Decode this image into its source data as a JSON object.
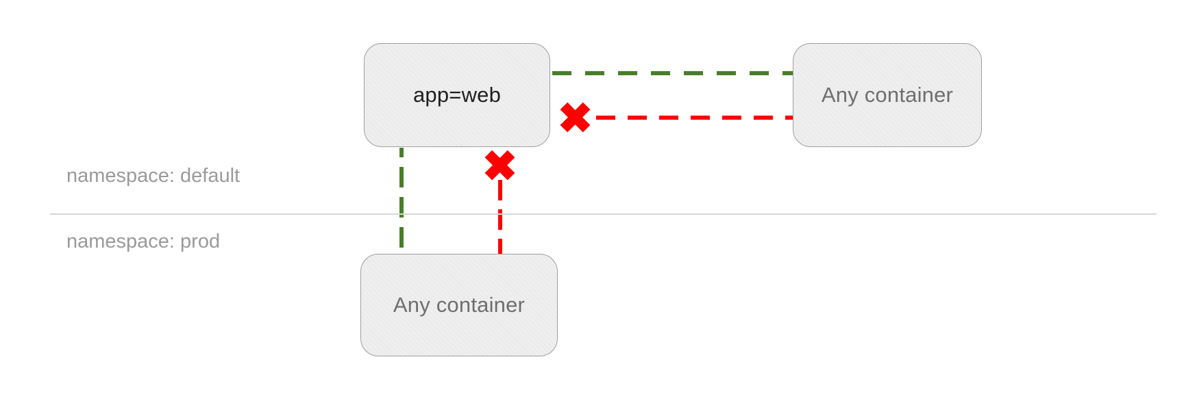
{
  "diagram": {
    "kind": "network-policy-diagram",
    "nodes": {
      "app_web": {
        "label": "app=web",
        "namespace": "default"
      },
      "any_container_default": {
        "label": "Any container",
        "namespace": "default"
      },
      "any_container_prod": {
        "label": "Any container",
        "namespace": "prod"
      }
    },
    "namespaces": {
      "default_label": "namespace: default",
      "prod_label": "namespace: prod"
    },
    "edges": [
      {
        "between": [
          "app=web",
          "Any container (namespace: default)"
        ],
        "line": "green-dashed",
        "status": "allowed"
      },
      {
        "between": [
          "Any container (namespace: default)",
          "app=web"
        ],
        "line": "red-dashed",
        "status": "blocked",
        "marker": "blocked-x-icon"
      },
      {
        "between": [
          "app=web",
          "Any container (namespace: prod)"
        ],
        "line": "green-dashed",
        "status": "allowed"
      },
      {
        "between": [
          "Any container (namespace: prod)",
          "app=web"
        ],
        "line": "red-dashed",
        "status": "blocked",
        "marker": "blocked-x-icon"
      }
    ],
    "icons": {
      "blocked": "x-cross"
    }
  },
  "colors": {
    "allowed": "#4a7d2b",
    "blocked": "#fe0000",
    "node_fill": "#efefef",
    "node_border": "#9e9e9e",
    "node_text_primary": "#1f1f1f",
    "node_text_secondary": "#6e6e6e",
    "namespace_label": "#9a9a9a",
    "divider": "#d6d6d6"
  }
}
